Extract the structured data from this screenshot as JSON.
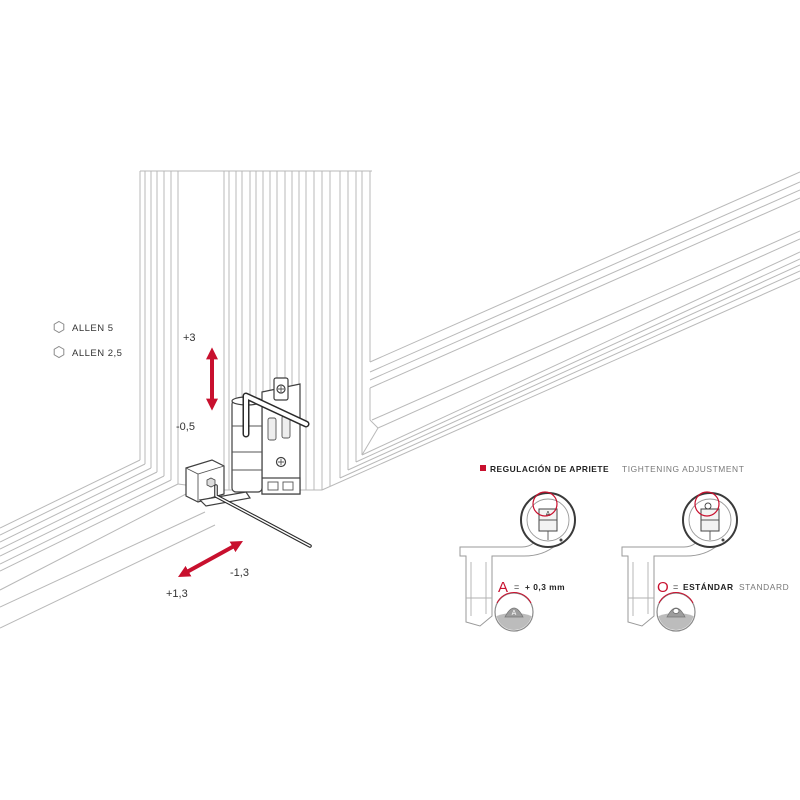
{
  "legend": {
    "items": [
      {
        "icon": "hexagon-icon",
        "label": "ALLEN 5"
      },
      {
        "icon": "hexagon-icon",
        "label": "ALLEN 2,5"
      }
    ]
  },
  "adjustments": {
    "vertical": {
      "plus": "+3",
      "minus": "-0,5"
    },
    "lateral": {
      "plus": "+1,3",
      "minus": "-1,3"
    }
  },
  "tightening": {
    "title": "REGULACIÓN DE APRIETE",
    "title_en": "TIGHTENING ADJUSTMENT",
    "option_a": {
      "letter": "A",
      "equals": "=",
      "value": "+ 0,3 mm"
    },
    "option_o": {
      "letter": "O",
      "equals": "=",
      "value": "ESTÁNDAR",
      "value_en": "STANDARD"
    }
  },
  "colors": {
    "accent": "#c8102e",
    "line": "#b9b9b9",
    "ink": "#333333"
  }
}
